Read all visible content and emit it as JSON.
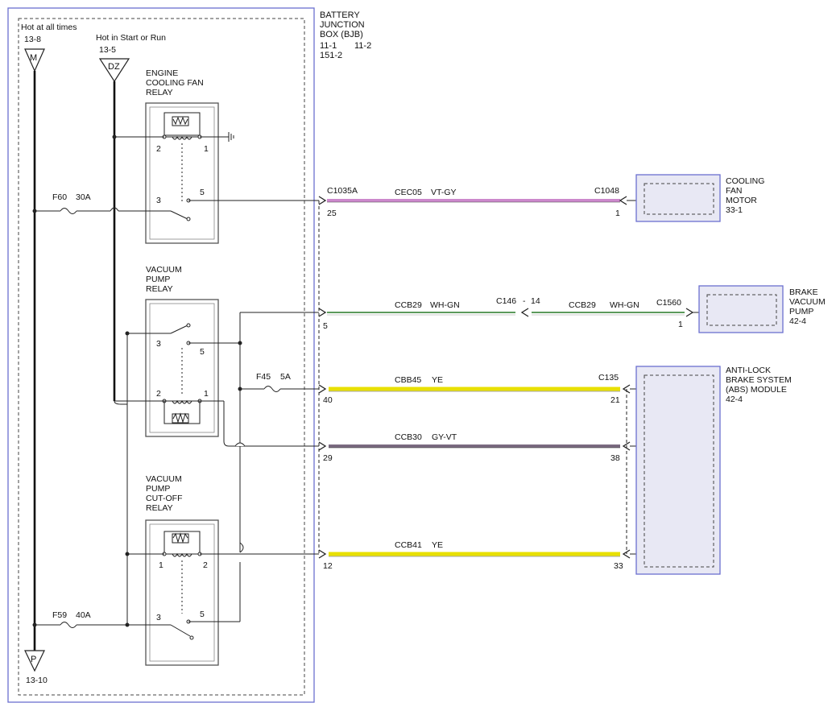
{
  "bjb": {
    "title_lines": [
      "BATTERY",
      "JUNCTION",
      "BOX (BJB)"
    ],
    "ref_row1_a": "11-1",
    "ref_row1_b": "11-2",
    "ref_row2": "151-2"
  },
  "power": {
    "hot_always": "Hot at all times",
    "hot_always_ref": "13-8",
    "hot_always_letter": "M",
    "hot_start_run": "Hot in Start or Run",
    "hot_start_run_ref": "13-5",
    "hot_start_run_letter": "DZ",
    "ground_letter": "P",
    "ground_ref": "13-10"
  },
  "relays": {
    "engine_fan": {
      "lines": [
        "ENGINE",
        "COOLING FAN",
        "RELAY"
      ],
      "pins": [
        "2",
        "1",
        "3",
        "5"
      ]
    },
    "vacuum_pump": {
      "lines": [
        "VACUUM",
        "PUMP",
        "RELAY"
      ],
      "pins": [
        "3",
        "5",
        "2",
        "1"
      ]
    },
    "cutoff": {
      "lines": [
        "VACUUM",
        "PUMP",
        "CUT-OFF",
        "RELAY"
      ],
      "pins": [
        "1",
        "2",
        "3",
        "5"
      ]
    }
  },
  "fuses": {
    "f60": {
      "name": "F60",
      "rating": "30A"
    },
    "f45": {
      "name": "F45",
      "rating": "5A"
    },
    "f59": {
      "name": "F59",
      "rating": "40A"
    }
  },
  "wires": {
    "cec05": {
      "connector": "C1035A",
      "pin_left": "25",
      "circuit": "CEC05",
      "color": "VT-GY",
      "far_connector": "C1048",
      "pin_right": "1",
      "stroke": "#cc88cc"
    },
    "ccb29": {
      "pin_left": "5",
      "circuit_a": "CCB29",
      "color_a": "WH-GN",
      "inline_connector": "C146",
      "inline_pin": "14",
      "circuit_b": "CCB29",
      "color_b": "WH-GN",
      "far_connector": "C1560",
      "pin_right": "1",
      "stroke": "#5c9a5c"
    },
    "cbb45": {
      "pin_left": "40",
      "circuit": "CBB45",
      "color": "YE",
      "far_connector": "C135",
      "pin_right": "21",
      "stroke": "#e8e000"
    },
    "ccb30": {
      "pin_left": "29",
      "circuit": "CCB30",
      "color": "GY-VT",
      "pin_right": "38",
      "stroke": "#7a6a80"
    },
    "ccb41": {
      "pin_left": "12",
      "circuit": "CCB41",
      "color": "YE",
      "pin_right": "33",
      "stroke": "#e8e000"
    }
  },
  "components": {
    "fan_motor": {
      "lines": [
        "COOLING",
        "FAN",
        "MOTOR"
      ],
      "ref": "33-1"
    },
    "brake_pump": {
      "lines": [
        "BRAKE",
        "VACUUM",
        "PUMP"
      ],
      "ref": "42-4"
    },
    "abs": {
      "lines": [
        "ANTI-LOCK",
        "BRAKE SYSTEM",
        "(ABS) MODULE"
      ],
      "ref": "42-4"
    }
  },
  "colors": {
    "frame": "#6b6fcf",
    "component_fill": "#e8e8f4",
    "relay_border": "#555555"
  }
}
